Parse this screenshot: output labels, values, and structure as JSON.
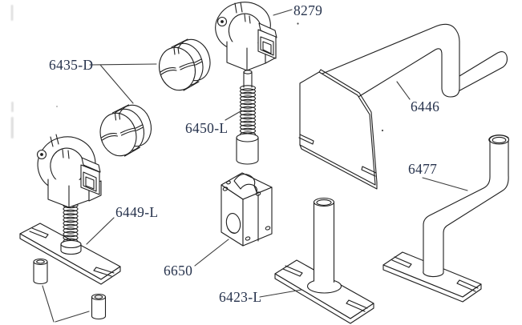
{
  "diagram": {
    "type": "exploded-parts-diagram",
    "background": "#ffffff",
    "stroke_color": "#1f1f1f",
    "label_color": "#26324c",
    "labels": [
      {
        "part": "6435-D",
        "text": "6435-D"
      },
      {
        "part": "8279",
        "text": "8279"
      },
      {
        "part": "6450-L",
        "text": "6450-L"
      },
      {
        "part": "6446",
        "text": "6446"
      },
      {
        "part": "6449-L",
        "text": "6449-L"
      },
      {
        "part": "6477",
        "text": "6477"
      },
      {
        "part": "6650",
        "text": "6650"
      },
      {
        "part": "6423-L",
        "text": "6423-L"
      }
    ]
  }
}
